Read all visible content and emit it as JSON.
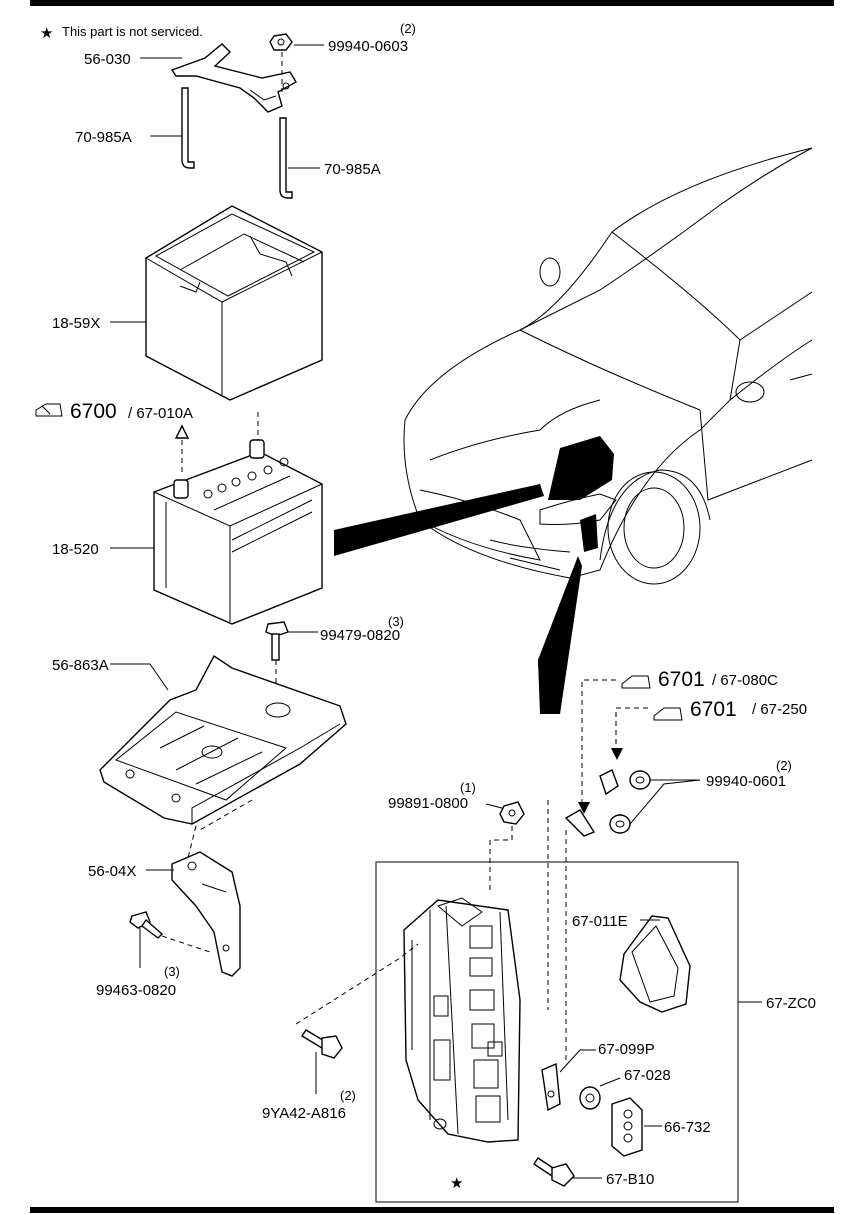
{
  "note": {
    "star": "★",
    "text": "This part is not serviced."
  },
  "labels": {
    "p56_030": "56-030",
    "p99940_0603": "99940-0603",
    "q99940_0603": "(2)",
    "p70_985A_a": "70-985A",
    "p70_985A_b": "70-985A",
    "p18_59X": "18-59X",
    "ref6700_big": "6700",
    "ref6700_code": "/ 67-010A",
    "p18_520": "18-520",
    "p99479_0820": "99479-0820",
    "q99479_0820": "(3)",
    "p56_863A": "56-863A",
    "ref6701a_big": "6701",
    "ref6701a_code": "/ 67-080C",
    "ref6701b_big": "6701",
    "ref6701b_code": "/ 67-250",
    "p99940_0601": "99940-0601",
    "q99940_0601": "(2)",
    "p99891_0800": "99891-0800",
    "q99891_0800": "(1)",
    "p56_04X": "56-04X",
    "p99463_0820": "99463-0820",
    "q99463_0820": "(3)",
    "p67_011E": "67-011E",
    "p67_ZC0": "67-ZC0",
    "p67_099P": "67-099P",
    "p9YA42_A816": "9YA42-A816",
    "q9YA42_A816": "(2)",
    "p67_028": "67-028",
    "p66_732": "66-732",
    "p67_B10": "67-B10",
    "star_mark": "★"
  }
}
